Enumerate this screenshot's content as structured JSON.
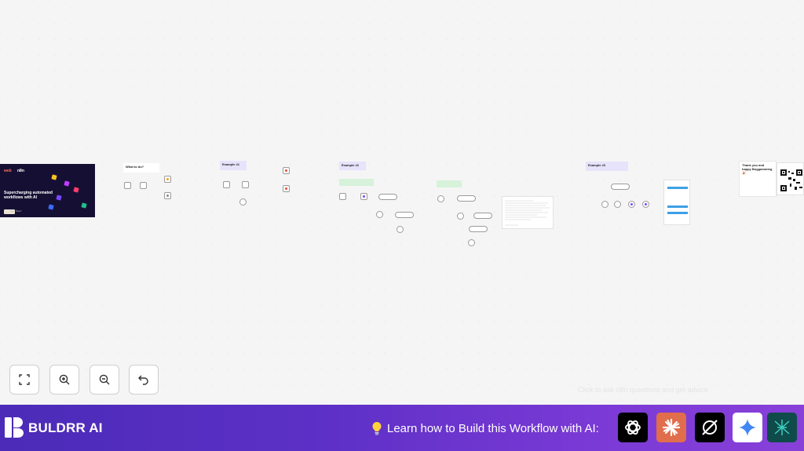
{
  "canvas": {
    "title_card": {
      "brand_left": "web",
      "brand_right": "n8n",
      "heading": "Supercharging automated workflows with AI",
      "author": "Max Tkacz"
    },
    "notes": [
      {
        "key": "what",
        "title": "What to do?"
      },
      {
        "key": "ex1",
        "title": "Example #1"
      },
      {
        "key": "ex2",
        "title": "Example #2"
      },
      {
        "key": "ex3",
        "title": "Example #3"
      },
      {
        "key": "thanks",
        "title": "Thank you and happy Buggamming 🎉"
      }
    ],
    "watermark": "Click to ask n8n questions and get advice"
  },
  "controls": {
    "fit_view": "fit-view",
    "zoom_in": "zoom-in",
    "zoom_out": "zoom-out",
    "reset": "reset-zoom"
  },
  "banner": {
    "brand": "BULDRR AI",
    "cta": "Learn how to Build this Workflow with AI:",
    "ai_tools": [
      {
        "name": "chatgpt",
        "bg": "#000000"
      },
      {
        "name": "claude",
        "bg": "#e06d4b"
      },
      {
        "name": "perplexity",
        "bg": "#000000"
      },
      {
        "name": "gemini",
        "bg": "#ffffff"
      },
      {
        "name": "manus",
        "bg": "#0f4b4a"
      }
    ]
  },
  "colors": {
    "banner_start": "#4b2bb8",
    "banner_end": "#8840d8",
    "canvas": "#f5f5f5"
  }
}
